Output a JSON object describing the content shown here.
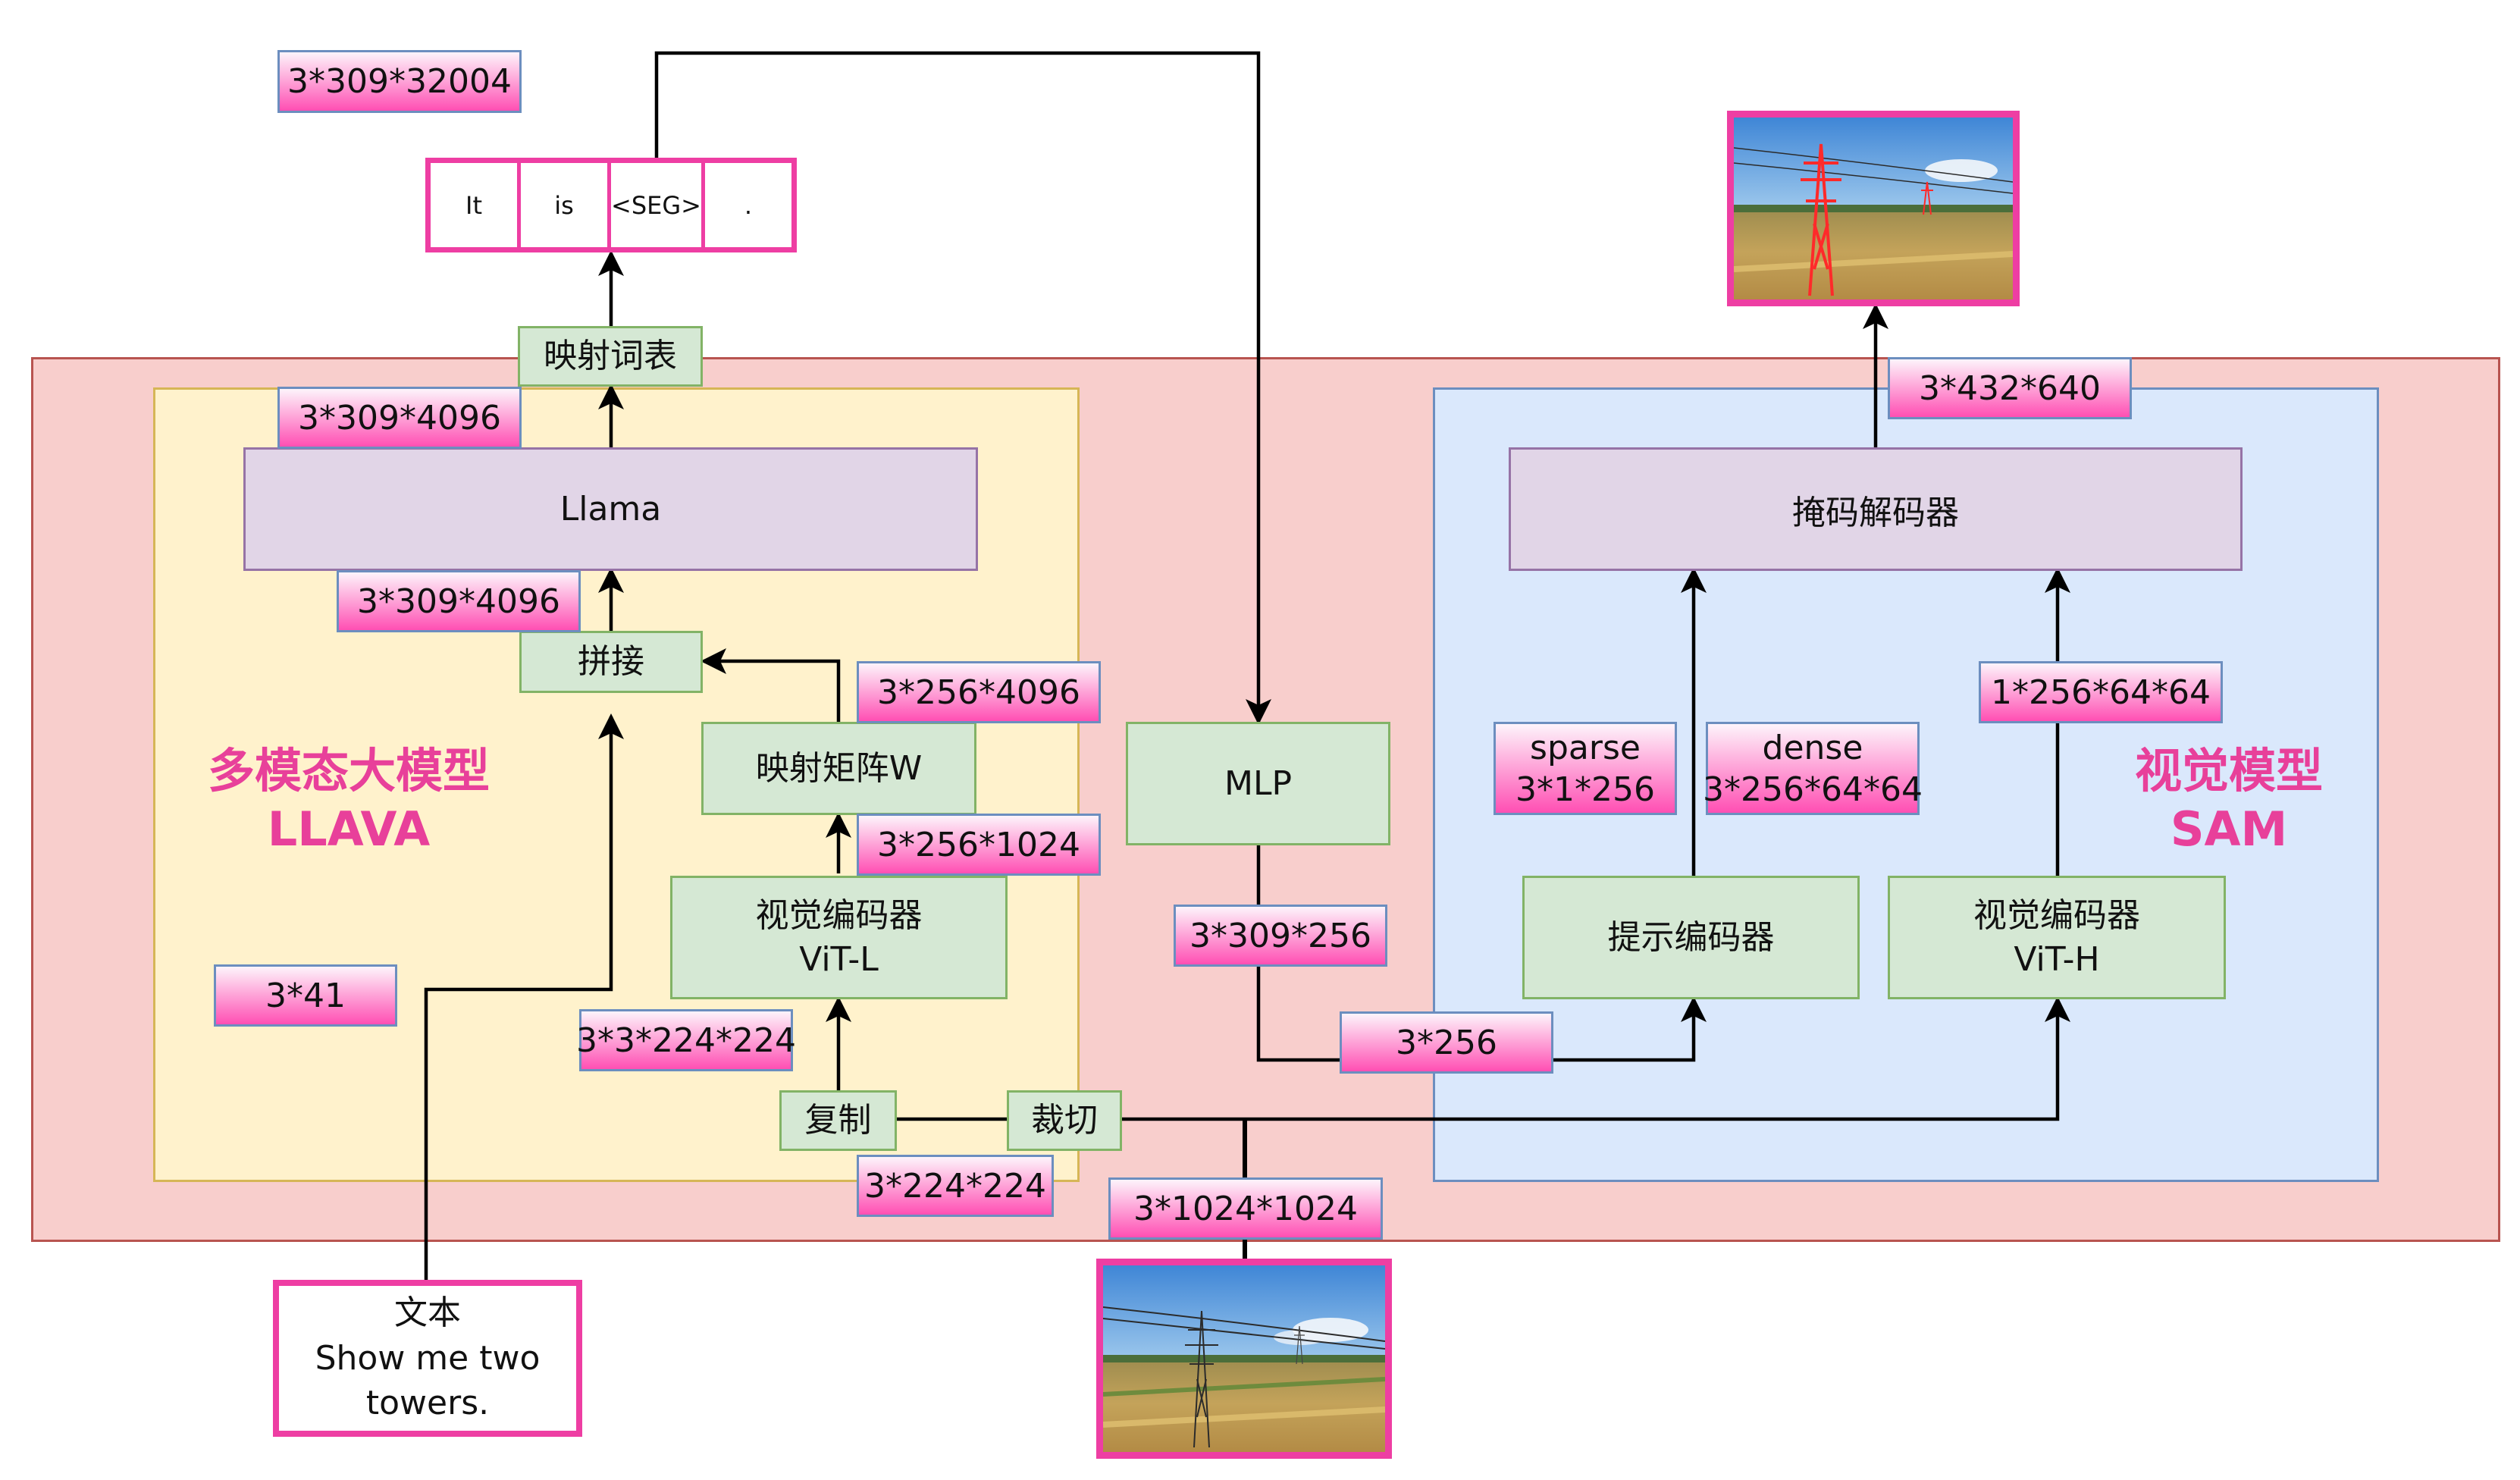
{
  "diagram": {
    "tokens": [
      "It",
      "is",
      "<SEG>",
      "."
    ],
    "text_input": {
      "label": "文本",
      "prompt_line1": "Show me two",
      "prompt_line2": "towers."
    },
    "llava": {
      "title_cn": "多模态大模型",
      "title_en": "LLAVA",
      "vocab_map": "映射词表",
      "llama": "Llama",
      "concat": "拼接",
      "projection": "映射矩阵W",
      "vision_encoder_line1": "视觉编码器",
      "vision_encoder_line2": "ViT-L",
      "copy": "复制"
    },
    "crop": "裁切",
    "mlp": "MLP",
    "sam": {
      "title_cn": "视觉模型",
      "title_en": "SAM",
      "mask_decoder": "掩码解码器",
      "prompt_encoder": "提示编码器",
      "vision_encoder_line1": "视觉编码器",
      "vision_encoder_line2": "ViT-H"
    },
    "shapes": {
      "logits": "3*309*32004",
      "llama_out": "3*309*4096",
      "llama_in": "3*309*4096",
      "proj_out": "3*256*4096",
      "vit_l_out": "3*256*1024",
      "text_tokens": "3*41",
      "vit_l_in": "3*3*224*224",
      "copy_in": "3*224*224",
      "image_in": "3*1024*1024",
      "mlp_out": "3*309*256",
      "seg_embed": "3*256",
      "sparse_name": "sparse",
      "sparse_shape": "3*1*256",
      "dense_name": "dense",
      "dense_shape": "3*256*64*64",
      "vit_h_out": "1*256*64*64",
      "mask_out": "3*432*640"
    }
  },
  "colors": {
    "accent_pink": "#ee3ea3",
    "outer_fill": "#f8cecc",
    "llava_fill": "#fff2cc",
    "sam_fill": "#dae8fc",
    "module_purple": "#e1d5e7",
    "module_green": "#d5e8d4"
  },
  "icons": {
    "input_image": "power-tower-photo",
    "output_mask": "power-tower-segmented-photo"
  }
}
